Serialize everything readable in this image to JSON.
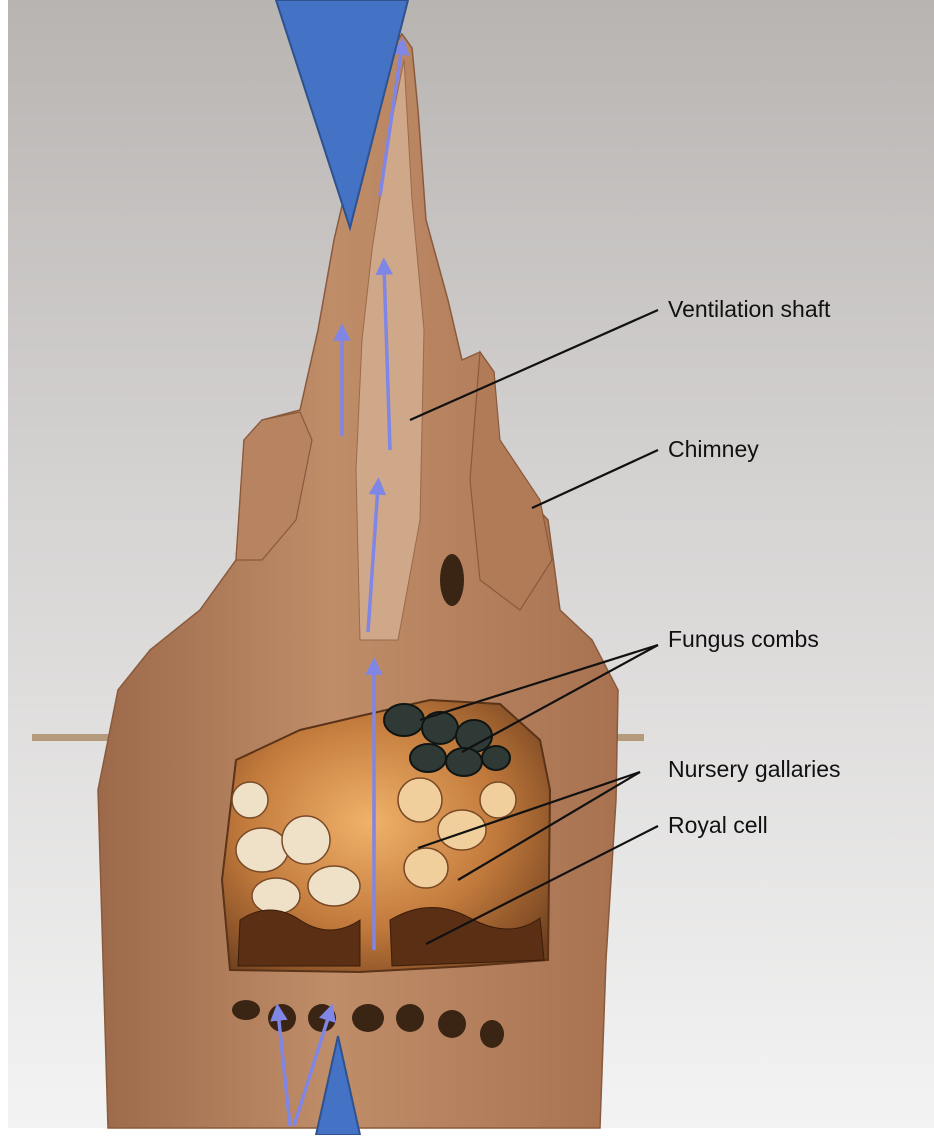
{
  "labels": {
    "ventilation_shaft": "Ventilation shaft",
    "chimney": "Chimney",
    "fungus_combs": "Fungus combs",
    "nursery_galleries": "Nursery gallaries",
    "royal_cell": "Royal cell"
  },
  "colors": {
    "background_top": "#b8b4b2",
    "background_bottom": "#f2f2f2",
    "mound": "#b07a57",
    "mound_dark": "#8a5a3c",
    "chamber": "#6e3f1e",
    "chamber_glow": "#e8a860",
    "fungus_comb": "#2f3a36",
    "airflow_arrow": "#7f86e6",
    "big_triangle": "#4472c4",
    "big_triangle_edge": "#2f528f",
    "leader_line": "#111111"
  },
  "icons": {
    "top_triangle": "downward-pointing-triangle",
    "bottom_triangle": "upward-pointing-triangle",
    "airflow": "up-arrow"
  }
}
